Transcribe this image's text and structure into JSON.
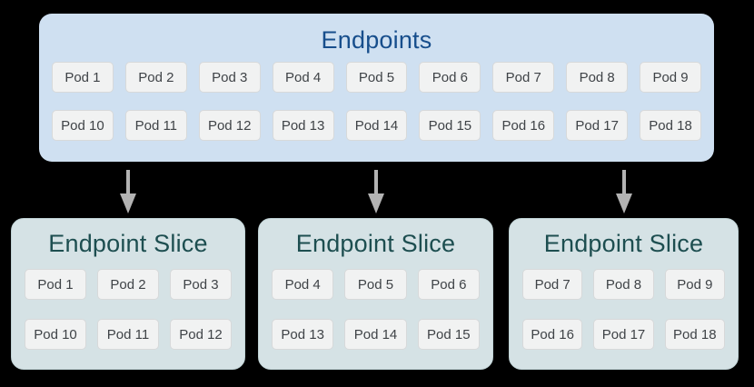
{
  "diagram": {
    "background_color": "#000000",
    "endpoints": {
      "title": "Endpoints",
      "box_color": "#cfe0f1",
      "title_color": "#174e8c",
      "pods": [
        "Pod 1",
        "Pod 2",
        "Pod 3",
        "Pod 4",
        "Pod 5",
        "Pod 6",
        "Pod 7",
        "Pod 8",
        "Pod 9",
        "Pod 10",
        "Pod 11",
        "Pod 12",
        "Pod 13",
        "Pod 14",
        "Pod 15",
        "Pod 16",
        "Pod 17",
        "Pod 18"
      ]
    },
    "arrows": {
      "icon": "down-arrow-icon",
      "color": "#b3b3b3",
      "count": 3
    },
    "slices": [
      {
        "title": "Endpoint Slice",
        "pods": [
          "Pod 1",
          "Pod 2",
          "Pod 3",
          "Pod 10",
          "Pod 11",
          "Pod 12"
        ]
      },
      {
        "title": "Endpoint Slice",
        "pods": [
          "Pod 4",
          "Pod 5",
          "Pod 6",
          "Pod 13",
          "Pod 14",
          "Pod 15"
        ]
      },
      {
        "title": "Endpoint Slice",
        "pods": [
          "Pod 7",
          "Pod 8",
          "Pod 9",
          "Pod 16",
          "Pod 17",
          "Pod 18"
        ]
      }
    ],
    "slice_style": {
      "box_color": "#d5e2e5",
      "title_color": "#1d4e50",
      "pod_chip_color": "#f1f2f2",
      "pod_chip_border": "#d7d9da",
      "pod_text_color": "#3f4347"
    }
  }
}
